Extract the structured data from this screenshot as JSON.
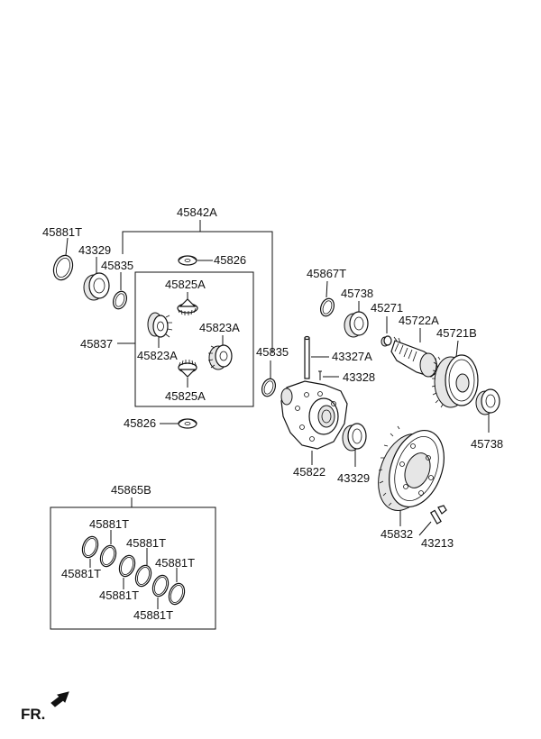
{
  "labels": {
    "kit_45842a": "45842A",
    "seal_45881t_top": "45881T",
    "bearing_43329_left": "43329",
    "ring_45835_left": "45835",
    "washer_45826_top": "45826",
    "pinion_45825a_top": "45825A",
    "gear_45823a_right": "45823A",
    "kit_45837": "45837",
    "gear_45823a_left": "45823A",
    "pinion_45825a_bottom": "45825A",
    "washer_45826_bottom": "45826",
    "ring_45835_right": "45835",
    "seal_45867t": "45867T",
    "bearing_45738_top": "45738",
    "part_45271": "45271",
    "gear_45722a": "45722A",
    "gear_45721b": "45721B",
    "shaft_43327a": "43327A",
    "pin_43328": "43328",
    "case_45822": "45822",
    "bearing_43329_right": "43329",
    "bearing_45738_bottom": "45738",
    "ring_gear_45832": "45832",
    "bolt_43213": "43213",
    "kit_45865b": "45865B",
    "shim_45881t_1": "45881T",
    "shim_45881t_2": "45881T",
    "shim_45881t_3": "45881T",
    "shim_45881t_4": "45881T",
    "shim_45881t_5": "45881T",
    "shim_45881t_6": "45881T"
  },
  "orientation": "FR."
}
